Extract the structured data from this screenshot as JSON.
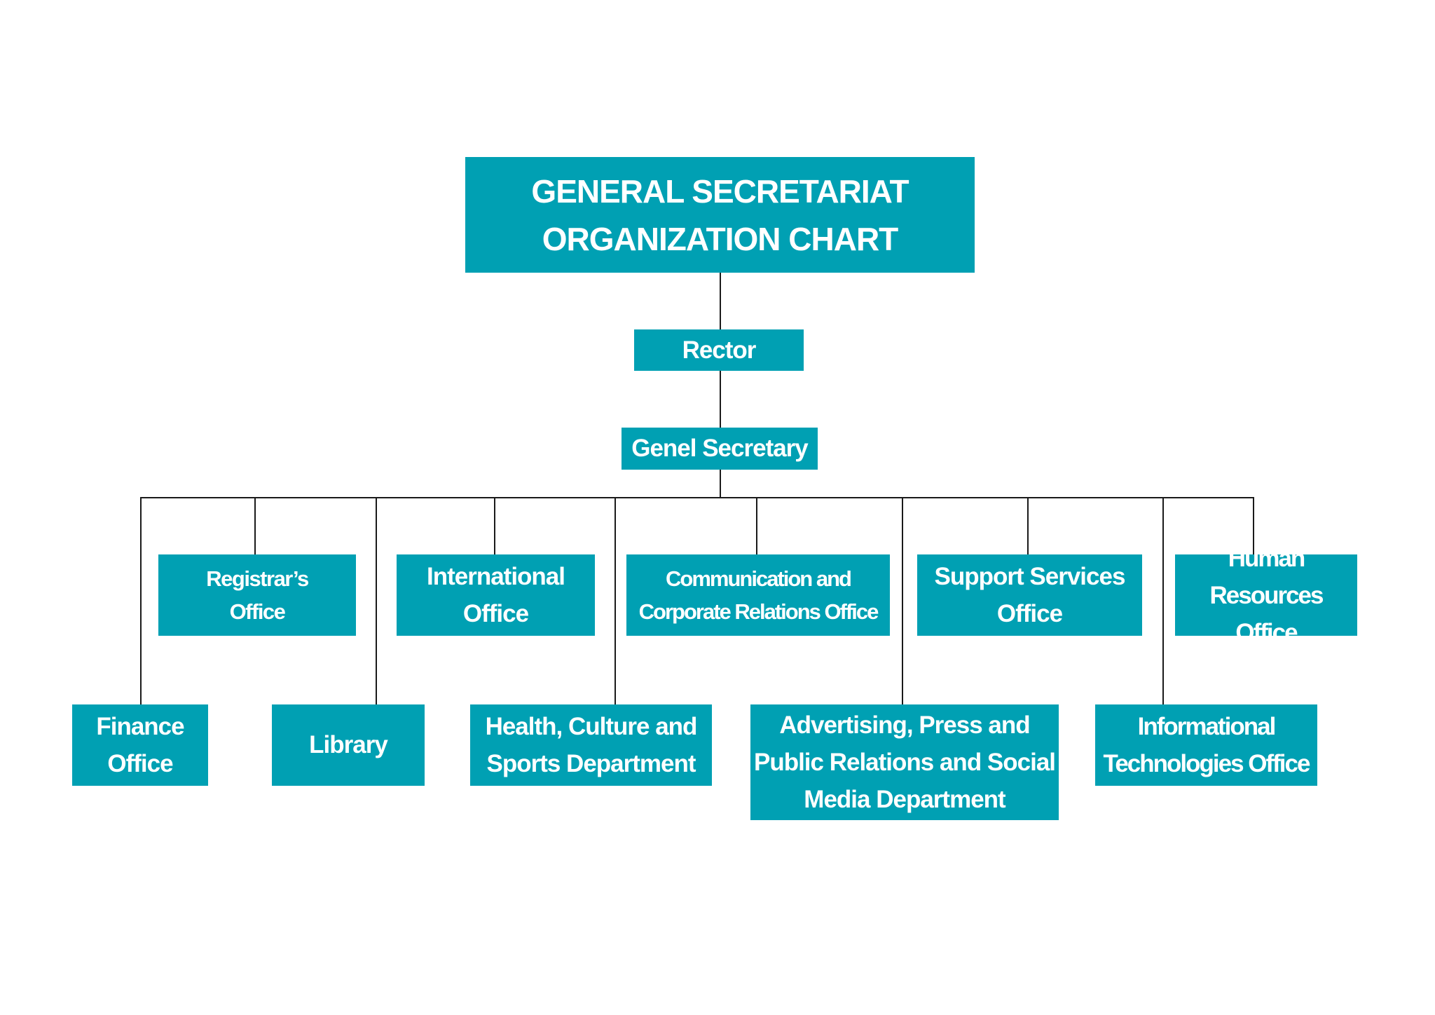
{
  "colors": {
    "box_fill": "#00A0B3",
    "box_text": "#FFFFFF",
    "connector": "#1A1A1A",
    "background": "#FFFFFF"
  },
  "title": "GENERAL SECRETARIAT\nORGANIZATION CHART",
  "rector": "Rector",
  "general_secretary": "Genel Secretary",
  "upper_units": {
    "registrar": "Registrar’s\nOffice",
    "international": "International\nOffice",
    "communication": "Communication and\nCorporate Relations Office",
    "support_services": "Support Services\nOffice",
    "human_resources": "Human Resources\nOffice"
  },
  "lower_units": {
    "finance": "Finance\nOffice",
    "library": "Library",
    "health_culture_sports": "Health, Culture and\nSports Department",
    "advertising_press": "Advertising, Press and\nPublic Relations and Social\nMedia Department",
    "it_office": "Informational\nTechnologies Office"
  }
}
